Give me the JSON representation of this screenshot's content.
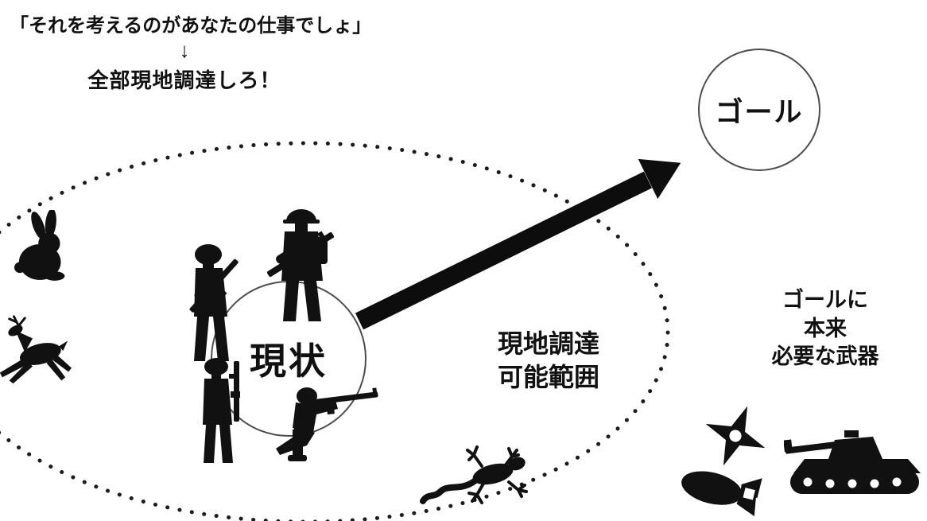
{
  "title_block": {
    "quote": "「それを考えるのがあなたの仕事でしょ」",
    "down_arrow": "↓",
    "command": "全部現地調達しろ！"
  },
  "nodes": {
    "current_state": {
      "label": "現状"
    },
    "goal": {
      "label": "ゴール"
    }
  },
  "labels": {
    "procurement_range": {
      "line1": "現地調達",
      "line2": "可能範囲"
    },
    "needed_weapons": {
      "line1": "ゴールに",
      "line2": "本来",
      "line3": "必要な武器"
    }
  },
  "icons": {
    "rabbit-icon": "black rabbit silhouette",
    "deer-icon": "leaping deer silhouette",
    "soldier-rifle-icon": "standing soldier holding rifle silhouette",
    "soldier-aiming-icon": "soldier aiming rifle upward silhouette",
    "soldier-guard-icon": "soldier standing guard silhouette",
    "soldier-kneeling-icon": "kneeling sniper silhouette",
    "lizard-icon": "gecko silhouette",
    "shuriken-icon": "ninja throwing star silhouette",
    "bomb-icon": "aerial bomb silhouette",
    "tank-icon": "battle tank silhouette",
    "down-arrow-icon": "↓",
    "goal-arrow-icon": "thick black arrow from current state to goal"
  },
  "colors": {
    "ink": "#111111",
    "silhouette": "#111111",
    "node_stroke": "#4d4d4d",
    "dotted_ellipse": "#1c1c1c",
    "background": "#ffffff"
  }
}
